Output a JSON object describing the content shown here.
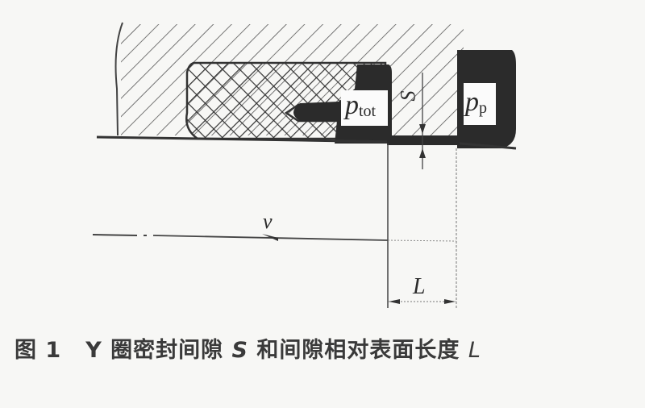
{
  "figure": {
    "caption": {
      "number": "图 1",
      "text_part1": "Y 圈密封间隙 ",
      "var_S": "S",
      "text_part2": " 和间隙相对表面长度 ",
      "var_L": "L"
    },
    "labels": {
      "p_tot_base": "p",
      "p_tot_sub": "tot",
      "p_p_base": "p",
      "p_p_sub": "p",
      "gap": "S",
      "velocity": "v",
      "length": "L"
    },
    "colors": {
      "ink": "#2a2a2a",
      "paper": "#f7f7f5",
      "hatch": "#555555"
    }
  }
}
